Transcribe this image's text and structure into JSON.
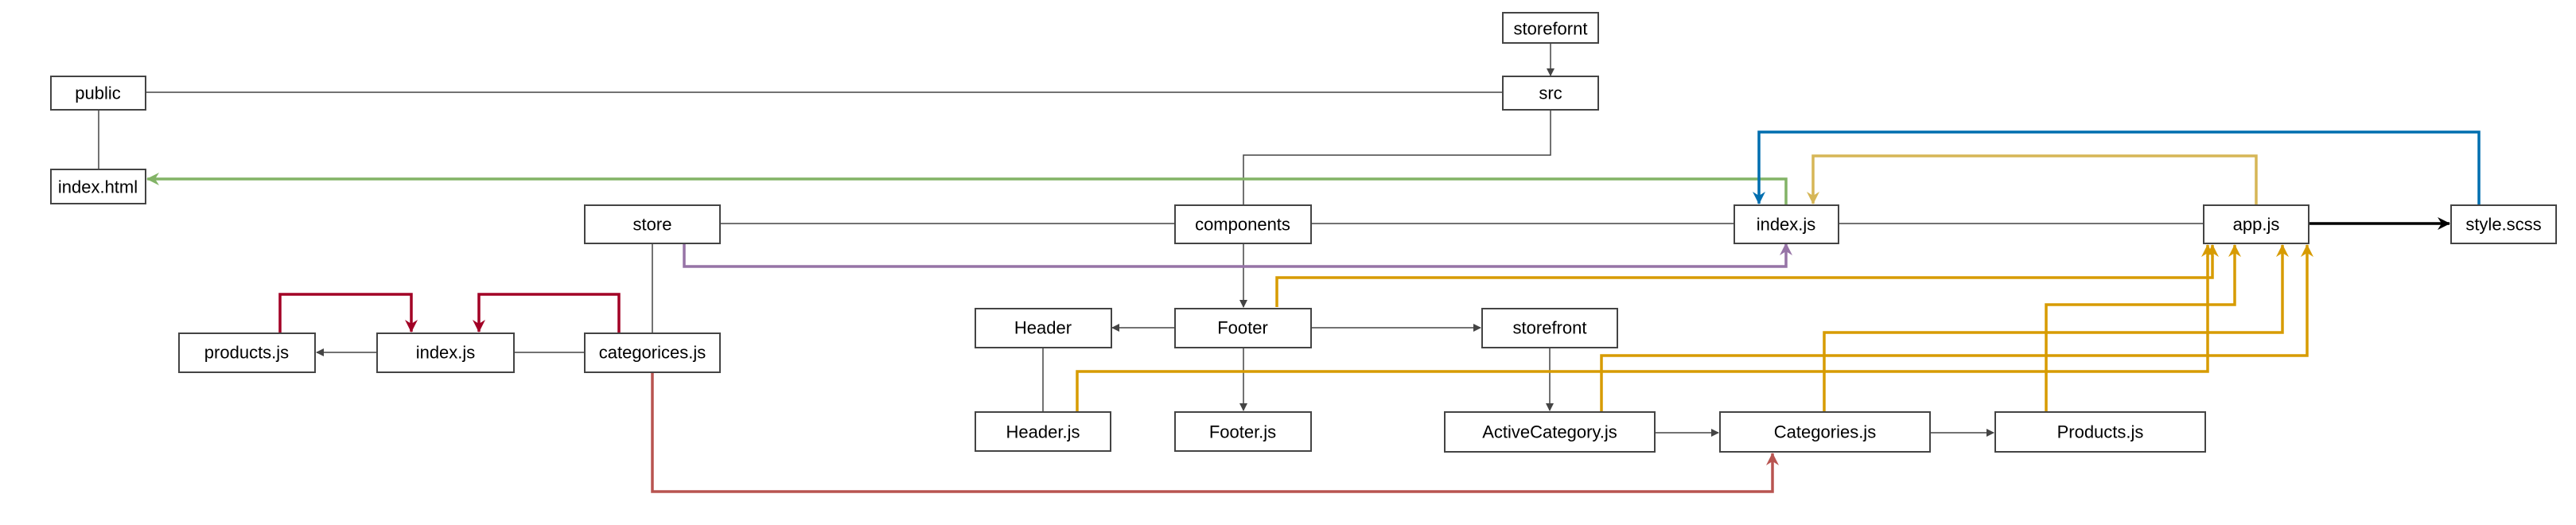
{
  "diagram": {
    "nodes": {
      "storefornt": "storefornt",
      "src": "src",
      "public": "public",
      "index_html": "index.html",
      "store": "store",
      "components": "components",
      "index_js": "index.js",
      "app_js": "app.js",
      "style_scss": "style.scss",
      "products_js": "products.js",
      "store_index_js": "index.js",
      "categorices_js": "categorices.js",
      "header": "Header",
      "footer": "Footer",
      "storefront": "storefront",
      "header_js": "Header.js",
      "footer_js": "Footer.js",
      "activecategory_js": "ActiveCategory.js",
      "categories_js": "Categories.js",
      "products_js_main": "Products.js"
    },
    "colors": {
      "structure": "#444444",
      "green": "#82b366",
      "purple": "#9673a6",
      "crimson": "#a20025",
      "red": "#b85450",
      "orange": "#d79b00",
      "gold": "#d6b656",
      "blue": "#006eaf",
      "black": "#000000"
    }
  }
}
